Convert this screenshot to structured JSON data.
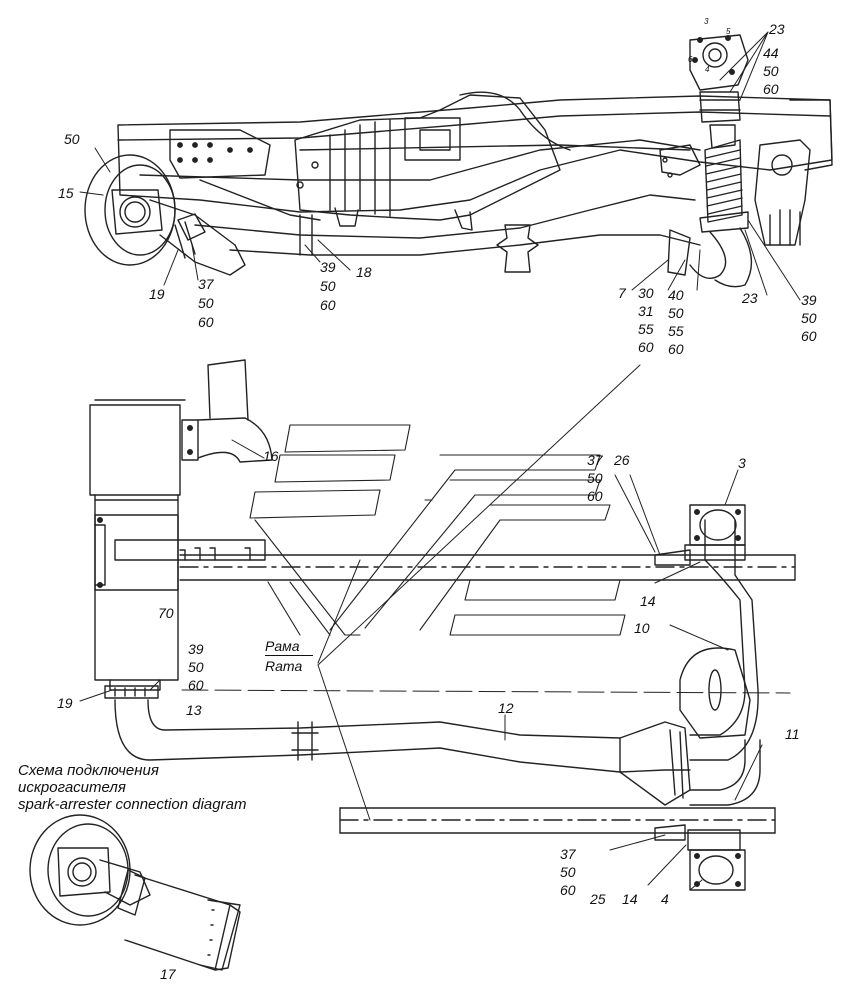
{
  "diagram": {
    "labels": {
      "l50a": "50",
      "l15": "15",
      "l19a": "19",
      "l37a": "37",
      "l50b": "50",
      "l60a": "60",
      "l39a": "39",
      "l50c": "50",
      "l60b": "60",
      "l18": "18",
      "l23a": "23",
      "l44": "44",
      "l50d": "50",
      "l60c": "60",
      "l7": "7",
      "l30": "30",
      "l31": "31",
      "l55a": "55",
      "l60d": "60",
      "l40": "40",
      "l50e": "50",
      "l55b": "55",
      "l60e": "60",
      "l23b": "23",
      "l39b": "39",
      "l50f": "50",
      "l60f": "60",
      "l16": "16",
      "l3": "3",
      "l26": "26",
      "l37b": "37",
      "l50g": "50",
      "l60g": "60",
      "l14a": "14",
      "l70": "70",
      "l10": "10",
      "l39c": "39",
      "l50h": "50",
      "l60h": "60",
      "l19b": "19",
      "l13": "13",
      "l12": "12",
      "l11": "11",
      "l37c": "37",
      "l50i": "50",
      "l60i": "60",
      "l25": "25",
      "l14b": "14",
      "l4": "4",
      "l17": "17",
      "flange3": "3",
      "flange5": "5",
      "flange6": "6",
      "flange4": "4"
    },
    "frame_label": {
      "ru": "Рама",
      "en": "Rama"
    },
    "caption": {
      "line1": "Схема подключения",
      "line2": "искрогасителя",
      "line3": "spark-arrester connection diagram"
    }
  }
}
